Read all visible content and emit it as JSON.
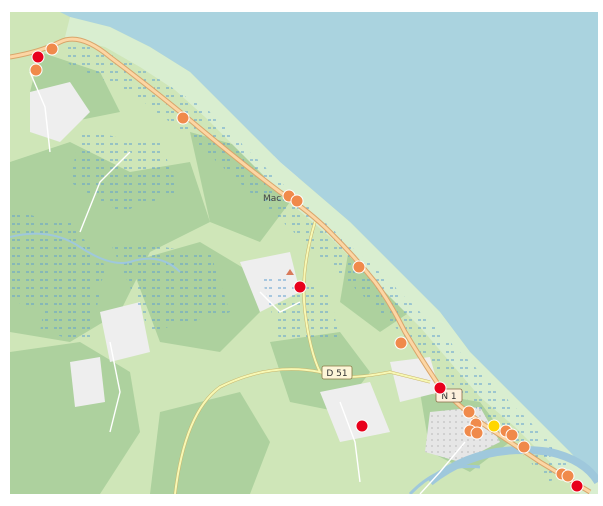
{
  "map": {
    "place_label": "Mac",
    "road_labels": {
      "d51": "D 51",
      "n1": "N 1"
    },
    "colors": {
      "sea": "#aad3df",
      "forest": "#add19e",
      "grass": "#cfe6b8",
      "urban": "#e9e9e9",
      "primary_road": "#fcd6a4",
      "primary_road_casing": "#d9a56a",
      "secondary_road": "#f7f8b4",
      "river": "#9fc8dc",
      "wetland": "#5e9fd0"
    },
    "marker_colors": {
      "red": "#e8001c",
      "orange": "#f08a4b",
      "yellow": "#ffd600"
    },
    "icons": [
      "marker-red",
      "marker-orange",
      "marker-yellow",
      "peak-triangle"
    ]
  }
}
